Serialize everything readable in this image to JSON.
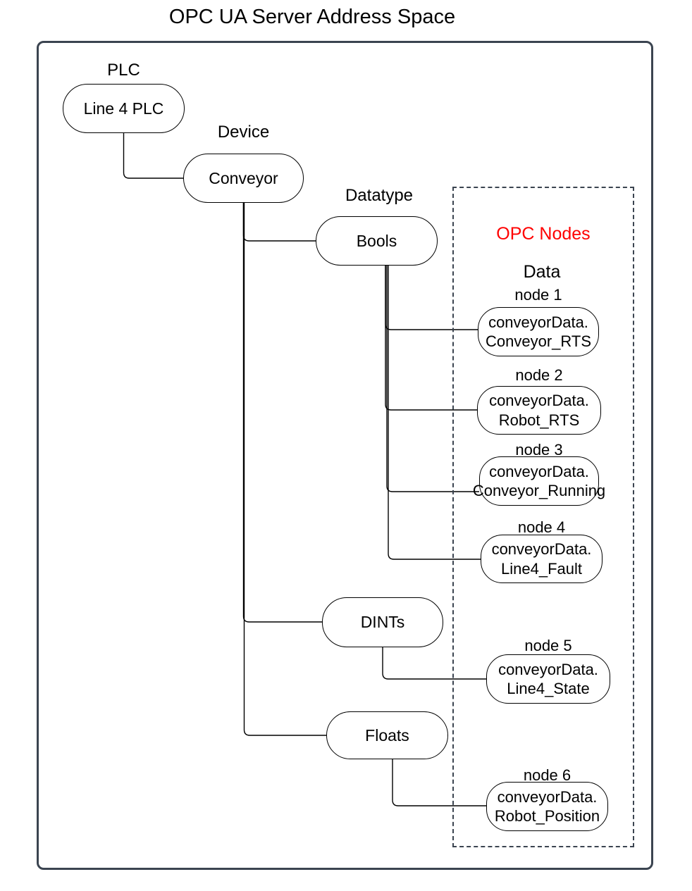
{
  "title": "OPC UA Server Address Space",
  "tree": {
    "plc": {
      "label": "PLC",
      "node": "Line 4 PLC"
    },
    "device": {
      "label": "Device",
      "node": "Conveyor"
    },
    "datatype": {
      "label": "Datatype",
      "bools": "Bools",
      "dints": "DINTs",
      "floats": "Floats"
    }
  },
  "opc": {
    "title": "OPC Nodes",
    "subtitle": "Data",
    "nodes": [
      {
        "label": "node 1",
        "name_line1": "conveyorData.",
        "name_line2": "Conveyor_RTS"
      },
      {
        "label": "node 2",
        "name_line1": "conveyorData.",
        "name_line2": "Robot_RTS"
      },
      {
        "label": "node 3",
        "name_line1": "conveyorData.",
        "name_line2": "Conveyor_Running"
      },
      {
        "label": "node 4",
        "name_line1": "conveyorData.",
        "name_line2": "Line4_Fault"
      },
      {
        "label": "node 5",
        "name_line1": "conveyorData.",
        "name_line2": "Line4_State"
      },
      {
        "label": "node 6",
        "name_line1": "conveyorData.",
        "name_line2": "Robot_Position"
      }
    ]
  },
  "colors": {
    "opc_title_red": "#ff0000",
    "frame_stroke": "#3b4450",
    "connector_stroke": "#000000",
    "node_fill": "#ffffff"
  }
}
